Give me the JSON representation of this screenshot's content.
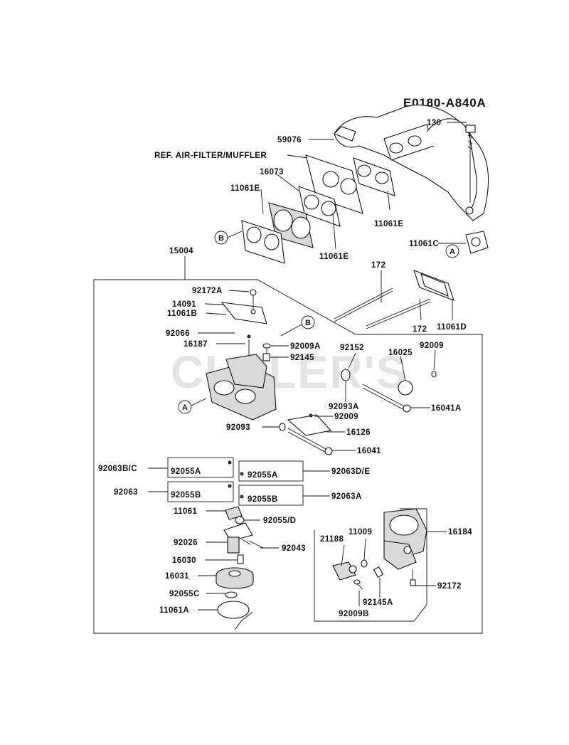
{
  "diagram_code": "E0180-A840A",
  "watermark": "CULLER'S",
  "callouts": {
    "a1": "A",
    "a2": "A",
    "b1": "B",
    "b2": "B"
  },
  "labels": {
    "p130": "130",
    "p59076": "59076",
    "ref_air": "REF. AIR-FILTER/MUFFLER",
    "p16073": "16073",
    "p11061E_a": "11061E",
    "p11061E_b": "11061E",
    "p11061E_c": "11061E",
    "p11061C": "11061C",
    "p15004": "15004",
    "p172_a": "172",
    "p172_b": "172",
    "p11061D": "11061D",
    "p92172A": "92172A",
    "p14091": "14091",
    "p11061B": "11061B",
    "p92066": "92066",
    "p16187": "16187",
    "p92009A": "92009A",
    "p92145": "92145",
    "p92152": "92152",
    "p16025": "16025",
    "p92009_a": "92009",
    "p16041A": "16041A",
    "p92093A": "92093A",
    "p92009_b": "92009",
    "p92093": "92093",
    "p16126": "16126",
    "p16041": "16041",
    "p92063BC": "92063B/C",
    "p92055A_a": "92055A",
    "p92055A_b": "92055A",
    "p92063DE": "92063D/E",
    "p92063": "92063",
    "p92055B_a": "92055B",
    "p92055B_b": "92055B",
    "p92063A": "92063A",
    "p11061": "11061",
    "p92055D": "92055/D",
    "p92026": "92026",
    "p92043": "92043",
    "p16030": "16030",
    "p16031": "16031",
    "p92055C": "92055C",
    "p11061A": "11061A",
    "p21188": "21188",
    "p11009": "11009",
    "p16184": "16184",
    "p92145A": "92145A",
    "p92009B": "92009B",
    "p92172": "92172"
  }
}
